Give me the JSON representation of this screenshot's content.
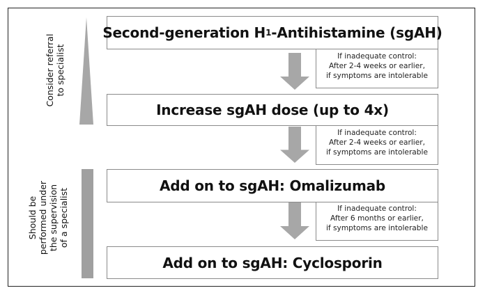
{
  "colors": {
    "arrow": "#a7a7a7",
    "wedge": "#a7a7a7",
    "bar": "#a0a0a0",
    "box_border": "#8a8a8a",
    "frame": "#222222"
  },
  "steps": [
    {
      "label_pre": "Second-generation H",
      "label_sub": "1",
      "label_post": "-Antihistamine (sgAH)"
    },
    {
      "label": "Increase sgAH dose (up to 4x)"
    },
    {
      "label": "Add on to sgAH: Omalizumab"
    },
    {
      "label": "Add on to sgAH: Cyclosporin"
    }
  ],
  "notes": [
    {
      "line1": "If inadequate control:",
      "line2": "After 2-4 weeks or earlier,",
      "line3": "if symptoms are intolerable"
    },
    {
      "line1": "If inadequate control:",
      "line2": "After 2-4 weeks or earlier,",
      "line3": "if symptoms are intolerable"
    },
    {
      "line1": "If inadequate control:",
      "line2": "After 6 months or earlier,",
      "line3": "if symptoms are intolerable"
    }
  ],
  "side_labels": {
    "top": {
      "line1": "Consider referral",
      "line2": "to specialist"
    },
    "bottom": {
      "line1": "Should be",
      "line2": "performed under",
      "line3": "the supervision",
      "line4": "of a specialist"
    }
  },
  "icons": {
    "arrow": "down-arrow-icon",
    "wedge": "increasing-wedge-icon"
  }
}
